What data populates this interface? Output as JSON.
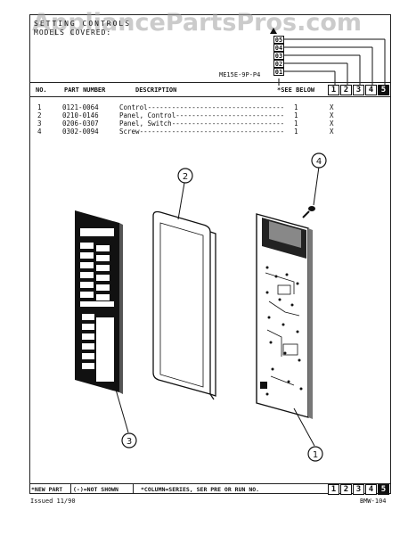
{
  "watermark": "AppliancePartsPros.com",
  "header": {
    "title": "SETTING CONTROLS",
    "subtitle": "MODELS COVERED:",
    "model_code": "ME15E-9P-P4"
  },
  "series_labels": [
    "05",
    "04",
    "03",
    "02",
    "01"
  ],
  "columns": {
    "no": "NO.",
    "part_number": "PART NUMBER",
    "description": "DESCRIPTION",
    "see_below": "*SEE BELOW"
  },
  "series_boxes": [
    "1",
    "2",
    "3",
    "4",
    "5"
  ],
  "parts": [
    {
      "no": "1",
      "part": "0121-0064",
      "desc": "Control----------------------------------",
      "qty": "1",
      "mark": "X"
    },
    {
      "no": "2",
      "part": "0210-0146",
      "desc": "Panel, Control---------------------------",
      "qty": "1",
      "mark": "X"
    },
    {
      "no": "3",
      "part": "0206-0307",
      "desc": "Panel, Switch----------------------------",
      "qty": "1",
      "mark": "X"
    },
    {
      "no": "4",
      "part": "0302-0094",
      "desc": "Screw------------------------------------",
      "qty": "1",
      "mark": "X"
    }
  ],
  "callouts": [
    "1",
    "2",
    "3",
    "4"
  ],
  "footer": {
    "new_part": "*NEW PART",
    "not_shown": "(-)=NOT SHOWN",
    "column_note": "*COLUMN=SERIES, SER PRE OR RUN NO.",
    "issued": "Issued 11/90",
    "code": "BMW-104"
  }
}
